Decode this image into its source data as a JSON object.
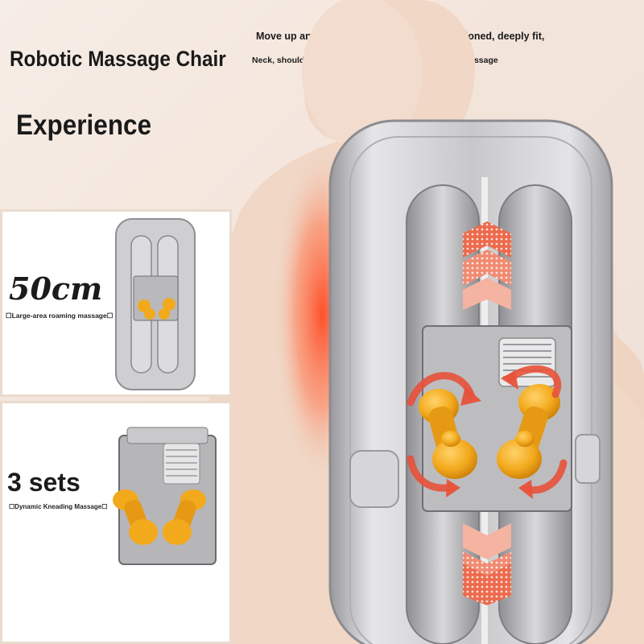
{
  "header": {
    "title": "Robotic Massage Chair",
    "subtitle": "Experience",
    "description_line1": "Move up and down, can be fixed-point positioned, deeply fit,",
    "description_line2": "Neck, shoulder, waist, back, hip acupoint pain point massage"
  },
  "feature_cards": [
    {
      "headline": "50cm",
      "caption": "☐Large-area roaming massage☐"
    },
    {
      "headline": "3 sets",
      "caption": "☐Dynamic Kneading Massage☐"
    }
  ],
  "colors": {
    "background": "#f3e4da",
    "skin": "#f0d7c6",
    "heat_glow": "#ff5a32",
    "panel_silver": "#c9c9cc",
    "roller_yellow": "#f2a91c",
    "arrow_red": "#e8523a",
    "card_border": "#e9dccd"
  },
  "icons": [
    "rotation-arrow-icon",
    "chevron-up-icon",
    "chevron-down-icon"
  ]
}
